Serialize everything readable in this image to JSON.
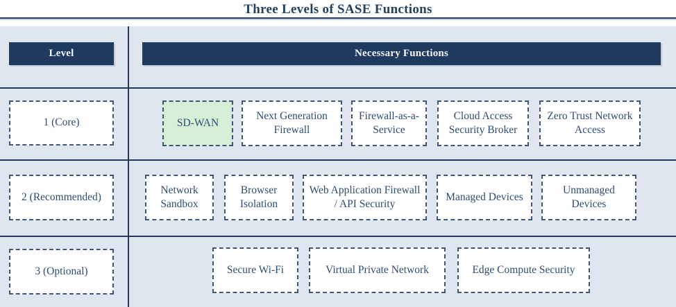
{
  "title": "Three Levels of SASE Functions",
  "header": {
    "level": "Level",
    "functions": "Necessary Functions"
  },
  "rows": [
    {
      "level": "1 (Core)",
      "functions": [
        {
          "label": "SD-WAN",
          "highlighted": true
        },
        {
          "label": "Next Generation Firewall",
          "highlighted": false
        },
        {
          "label": "Firewall-as-a-Service",
          "highlighted": false
        },
        {
          "label": "Cloud Access Security Broker",
          "highlighted": false
        },
        {
          "label": "Zero Trust Network Access",
          "highlighted": false
        }
      ]
    },
    {
      "level": "2 (Recommended)",
      "functions": [
        {
          "label": "Network Sandbox",
          "highlighted": false
        },
        {
          "label": "Browser Isolation",
          "highlighted": false
        },
        {
          "label": "Web Application Firewall / API Security",
          "highlighted": false
        },
        {
          "label": "Managed Devices",
          "highlighted": false
        },
        {
          "label": "Unmanaged Devices",
          "highlighted": false
        }
      ]
    },
    {
      "level": "3 (Optional)",
      "functions": [
        {
          "label": "Secure Wi-Fi",
          "highlighted": false
        },
        {
          "label": "Virtual Private Network",
          "highlighted": false
        },
        {
          "label": "Edge Compute Security",
          "highlighted": false
        }
      ]
    }
  ],
  "colors": {
    "navy_header": "#1f3a5f",
    "line_navy": "#25395a",
    "panel_bg": "#dfe6f0",
    "highlight_green": "#d6f0d8",
    "box_border": "#3e5677",
    "box_text": "#2e4d72",
    "box_bg": "#ffffff",
    "title_text": "#24415e"
  }
}
